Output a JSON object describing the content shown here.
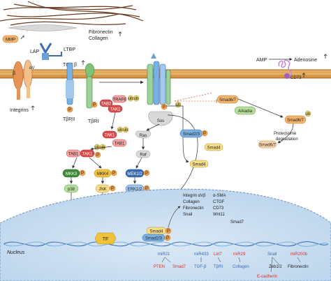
{
  "ecm": {
    "mmp": "MMP",
    "fibronectin": "Fibronectin",
    "collagen": "Collagen",
    "lap": "LAP",
    "ltbp": "LTBP",
    "tgfb": "TGF β"
  },
  "membrane": {
    "beta": "β",
    "alpha_v": "αV",
    "integrins": "Integrins",
    "tbrii": "TβRII",
    "tbri": "TβRI"
  },
  "ampk": {
    "amp": "AMP",
    "adenosine": "Adenosine",
    "cd73": "CD73"
  },
  "pathway": {
    "tab2": "TAB2",
    "traf6": "TRAF6",
    "tak1": "TAK1",
    "tab1": "TAB1",
    "ub": "ub",
    "p": "P",
    "sos": "Sos",
    "ras": "Ras",
    "raf": "Raf",
    "mek12": "MEK1/2",
    "erk12": "ERK1/2",
    "mkk3": "MKK3",
    "mkk4": "MKK4",
    "p38": "p38",
    "jnk": "JNK",
    "tf": "TF",
    "smad67": "Smad6/7",
    "arkadia": "Arkadia",
    "smad23": "Smad2/3",
    "smad4": "Smad4",
    "proteosome": "Proteosome",
    "degradation": "degradation"
  },
  "nucleus": {
    "label": "Nucleus",
    "targets_col1": [
      "Integrin αVβ",
      "Collagen",
      "Fibronectin",
      "Snail"
    ],
    "targets_col2": [
      "α-SMA",
      "CTGF",
      "CD73",
      "Wnt11",
      "Smad7"
    ],
    "mirs": [
      "miR21",
      "miR433",
      "Let7",
      "miR29",
      "Snail",
      "miR200b"
    ],
    "outputs": [
      "PTEN",
      "Smad7",
      "TGF-β",
      "TβRI",
      "Collagen",
      "Zeb1/2",
      "Fibronectin",
      "E-cadherin"
    ]
  }
}
